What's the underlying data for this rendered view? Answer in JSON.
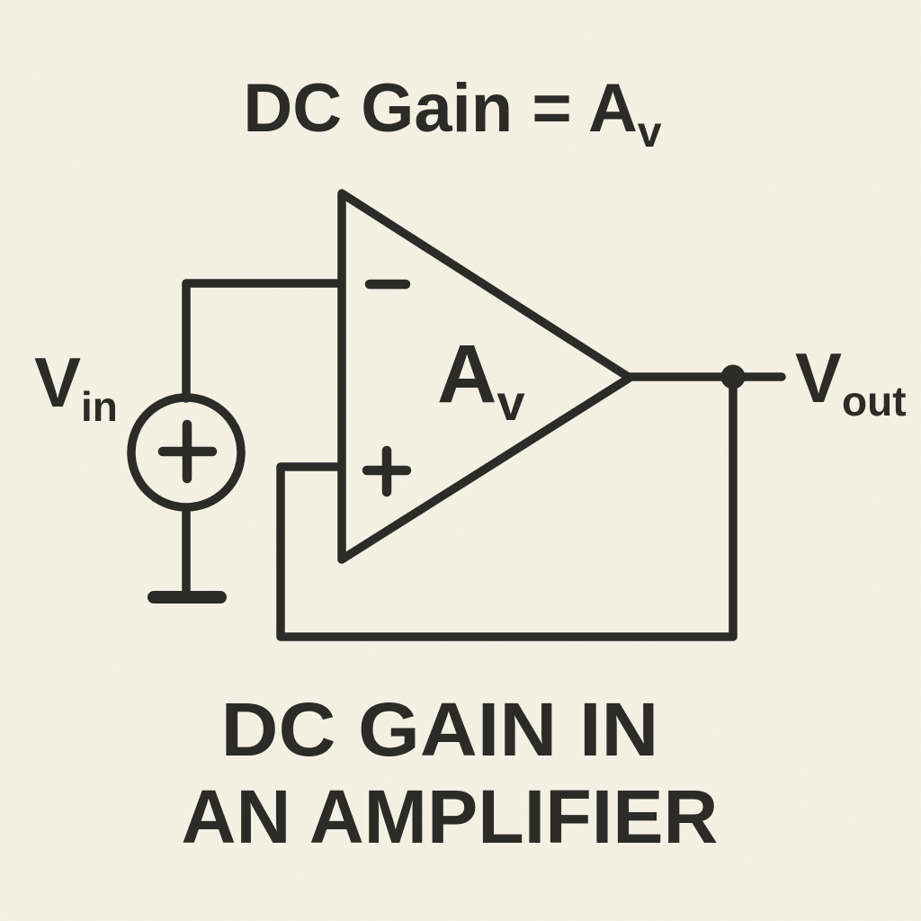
{
  "colors": {
    "background": "#f5f1e3",
    "ink": "#2b2b27"
  },
  "title": {
    "main": "DC Gain = A",
    "sub": "v"
  },
  "opamp": {
    "gain_label": {
      "main": "A",
      "sub": "v"
    },
    "inverting_input_sign": "-",
    "noninverting_input_sign": "+"
  },
  "input_source": {
    "label": {
      "main": "V",
      "sub": "in"
    },
    "polarity_sign": "+"
  },
  "output": {
    "label": {
      "main": "V",
      "sub": "out"
    }
  },
  "caption": {
    "line1": "DC GAIN IN",
    "line2": "AN AMPLIFIER"
  }
}
